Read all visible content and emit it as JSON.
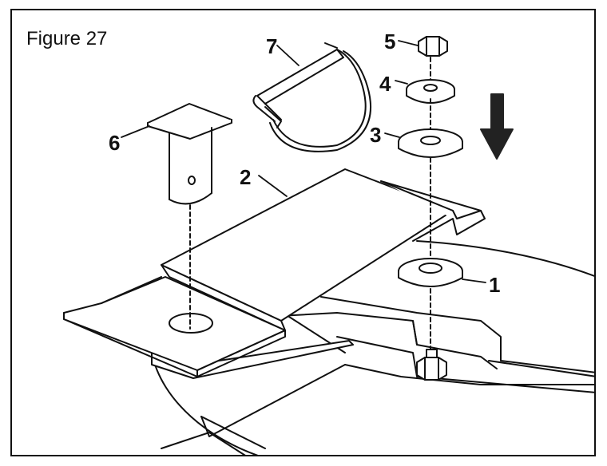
{
  "figure": {
    "title": "Figure 27",
    "callouts": [
      {
        "id": "1",
        "label": "1"
      },
      {
        "id": "2",
        "label": "2"
      },
      {
        "id": "3",
        "label": "3"
      },
      {
        "id": "4",
        "label": "4"
      },
      {
        "id": "5",
        "label": "5"
      },
      {
        "id": "6",
        "label": "6"
      },
      {
        "id": "7",
        "label": "7"
      }
    ]
  }
}
